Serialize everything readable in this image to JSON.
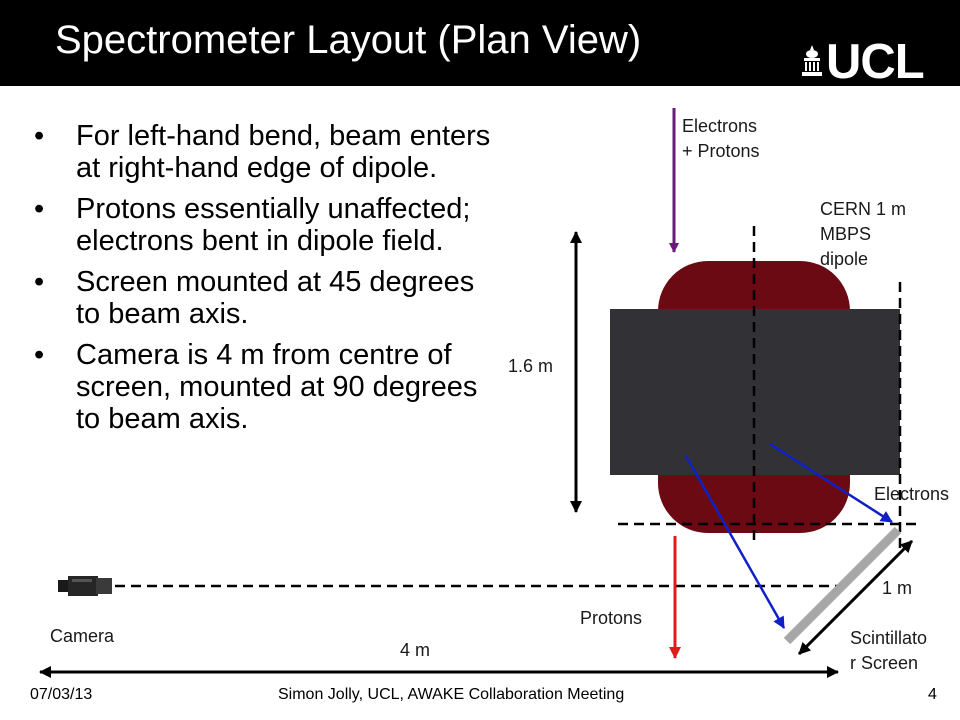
{
  "slide": {
    "title": "Spectrometer Layout (Plan View)",
    "logo_text": "UCL",
    "bullets": [
      "For left-hand bend, beam enters at right-hand edge of dipole.",
      "Protons essentially unaffected; electrons bent in dipole field.",
      "Screen mounted at 45 degrees to beam axis.",
      "Camera is 4 m from centre of screen, mounted at 90 degrees to beam axis."
    ]
  },
  "diagram": {
    "labels": {
      "incoming_beam_line1": "Electrons",
      "incoming_beam_line2": "+ Protons",
      "dipole_line1": "CERN 1 m",
      "dipole_line2": "MBPS",
      "dipole_line3": "dipole",
      "height_dimension": "1.6 m",
      "electrons": "Electrons",
      "screen_dimension": "1 m",
      "protons": "Protons",
      "camera": "Camera",
      "distance_dimension": "4 m",
      "screen_line1": "Scintillato",
      "screen_line2": "r Screen"
    },
    "colors": {
      "dipole_coil": "#6b0a12",
      "dipole_yoke": "#323236",
      "incoming_beam": "#6a1a78",
      "electrons": "#1020c8",
      "protons": "#e01b1b",
      "screen": "#a6a6a6"
    },
    "icons": [
      "camera-icon",
      "ucl-portico-icon"
    ]
  },
  "footer": {
    "date": "07/03/13",
    "presenter": "Simon Jolly, UCL, AWAKE Collaboration Meeting",
    "page_number": "4"
  }
}
